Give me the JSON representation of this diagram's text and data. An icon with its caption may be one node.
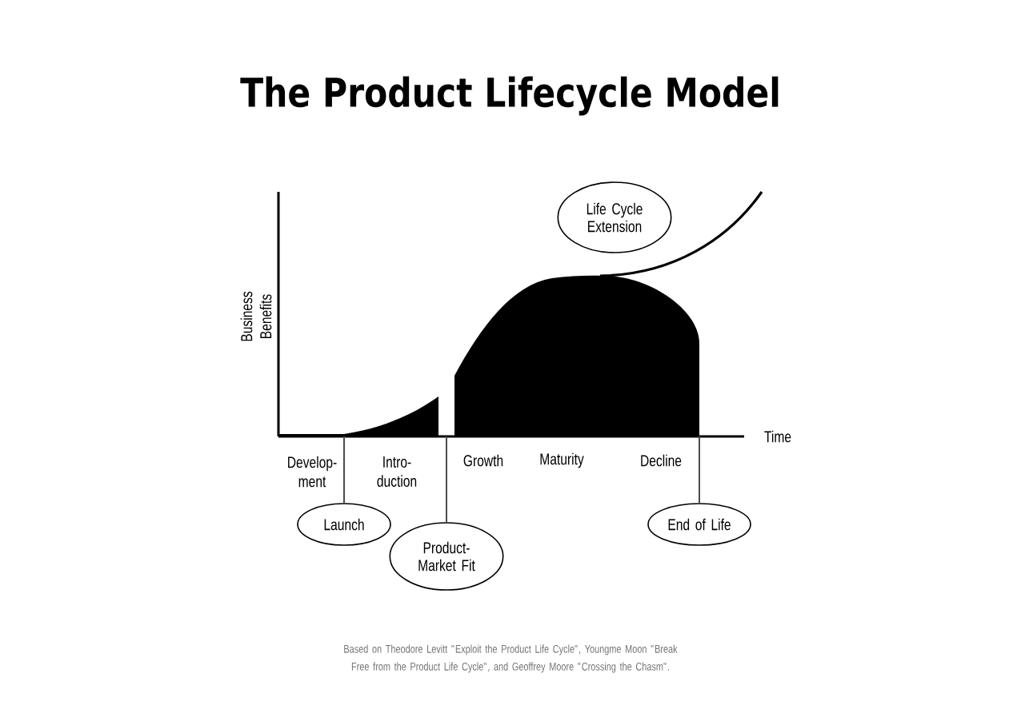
{
  "diagram": {
    "title": "The Product Lifecycle Model",
    "caption": "Based on Theodore Levitt \"Exploit the Product Life Cycle\", Youngme Moon \"Break Free from the Product Life Cycle\", and Geoffrey Moore \"Crossing the Chasm\".",
    "nodes": [
      {
        "text": [
          "Life Cycle Extension"
        ]
      },
      {
        "text": [
          "Launch"
        ]
      },
      {
        "text": [
          "Product- Market Fit"
        ]
      },
      {
        "text": [
          "End of Life"
        ]
      }
    ],
    "edges": [
      {
        "from": null,
        "to": 1,
        "arrow": "none"
      },
      {
        "from": null,
        "to": 2,
        "arrow": "none"
      },
      {
        "from": null,
        "to": 3,
        "arrow": "none"
      }
    ],
    "labels": [
      "Business Benefits",
      "Time",
      "Develop- ment",
      "Intro- duction",
      "Growth",
      "Maturity",
      "Decline"
    ]
  }
}
